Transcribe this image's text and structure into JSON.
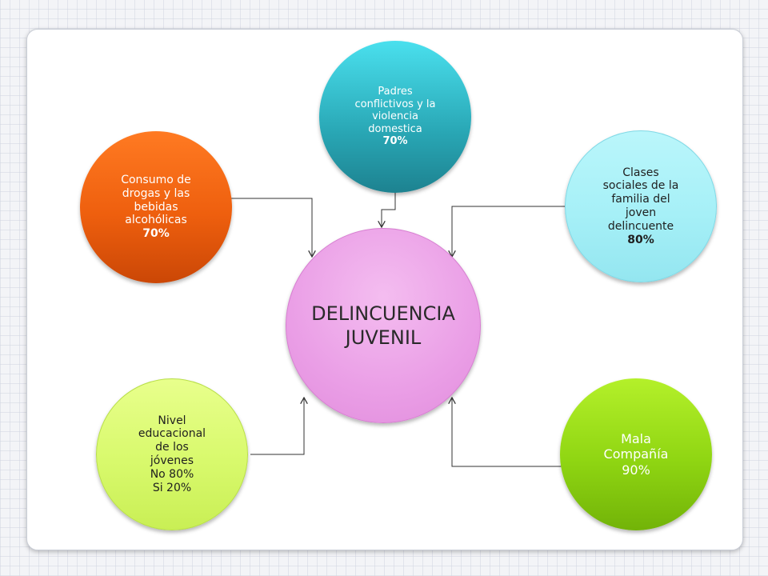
{
  "diagram": {
    "center": {
      "line1": "DELINCUENCIA",
      "line2": "JUVENIL"
    },
    "nodes": {
      "padres": {
        "lines": [
          "Padres",
          "conflictivos y la",
          "violencia",
          "domestica"
        ],
        "percent": "70%"
      },
      "consumo": {
        "lines": [
          "Consumo de",
          "drogas y las",
          "bebidas",
          "alcohólicas"
        ],
        "percent": "70%"
      },
      "clases": {
        "lines": [
          "Clases",
          "sociales de la",
          "familia del",
          "joven",
          "delincuente"
        ],
        "percent": "80%"
      },
      "nivel": {
        "lines": [
          "Nivel",
          "educacional",
          "de los",
          "jóvenes",
          "No 80%",
          "Si 20%"
        ]
      },
      "mala": {
        "lines": [
          "Mala",
          "Compañía",
          "90%"
        ]
      }
    },
    "colors": {
      "center": "#ea9ee6",
      "padres": "#29a7b5",
      "consumo": "#ee5f0e",
      "clases": "#a6f0f7",
      "nivel": "#d8f96c",
      "mala": "#8fd512",
      "connector": "#333333"
    }
  }
}
